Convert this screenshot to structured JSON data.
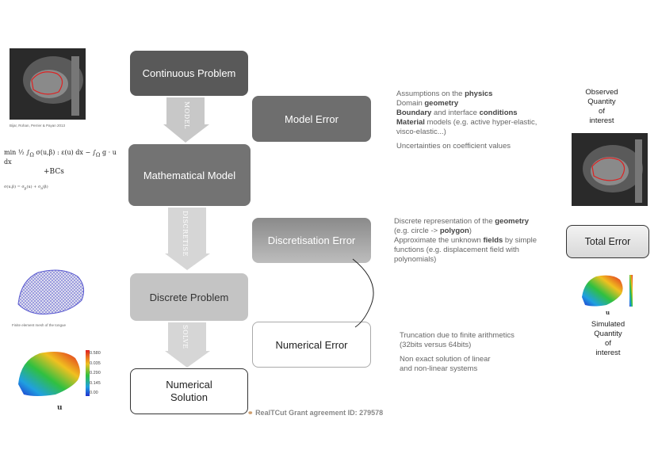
{
  "left_images": {
    "mri_caption": "Bijar, Rohan, Perrier & Payan 2013",
    "equation_line": "+BCs",
    "mesh_caption": "Finite element mesh of the tongue",
    "colorbar_ticks": [
      "0.580",
      "0.035",
      "0.290",
      "0.145",
      "0.00"
    ],
    "field_label": "u"
  },
  "pipeline": {
    "continuous": "Continuous Problem",
    "model_arrow": "MODEL",
    "mathematical": "Mathematical Model",
    "discretise_arrow": "DISCRETISE",
    "discrete": "Discrete Problem",
    "solve_arrow": "SOLVE",
    "numerical_solution": "Numerical Solution"
  },
  "errors": {
    "model": "Model Error",
    "discretisation": "Discretisation Error",
    "numerical": "Numerical Error",
    "total": "Total Error"
  },
  "notes": {
    "model": {
      "l1_pre": "Assumptions on the ",
      "l1_bold": "physics",
      "l2_pre": "Domain ",
      "l2_bold": "geometry",
      "l3_bold1": "Boundary",
      "l3_mid": " and interface ",
      "l3_bold2": "conditions",
      "l4_bold": "Material",
      "l4_post": " models (e.g. active hyper-elastic,",
      "l5": "visco-elastic...)",
      "l6": "Uncertainties on coefficient values"
    },
    "discretisation": {
      "l1_pre": "Discrete representation of the ",
      "l1_bold": "geometry",
      "l2_pre": "(e.g. circle -> ",
      "l2_bold": "polygon",
      "l2_post": ")",
      "l3_pre": "Approximate the unknown ",
      "l3_bold": "fields",
      "l3_post": " by simple",
      "l4": "functions (e.g. displacement field with",
      "l5": "polynomials)"
    },
    "numerical": {
      "l1": "Truncation due to finite arithmetics",
      "l2": "(32bits versus 64bits)",
      "l3": "Non exact solution of linear",
      "l4": "and non-linear systems"
    }
  },
  "right": {
    "observed": [
      "Observed",
      "Quantity",
      "of",
      "interest"
    ],
    "simulated": [
      "Simulated",
      "Quantity",
      "of",
      "interest"
    ],
    "field_label": "u"
  },
  "grant": "RealTCut Grant agreement ID: 279578",
  "colors": {
    "dark_box": "#595959",
    "mid_box": "#7a7a7a",
    "light_box": "#b5b5b5",
    "arrow": "#c8c8c8"
  }
}
